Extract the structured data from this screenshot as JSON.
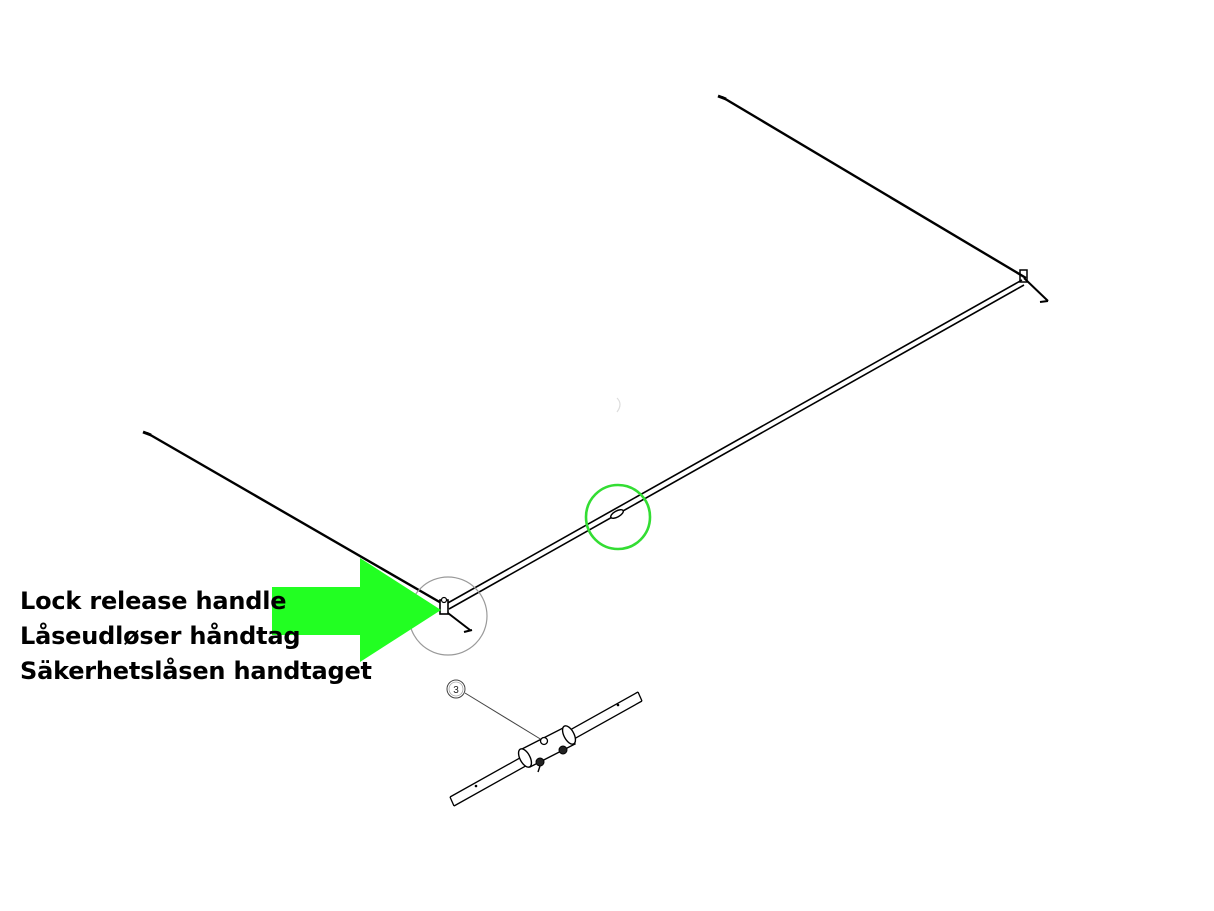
{
  "labels": {
    "english": "Lock release handle",
    "danish": "Låseudløser håndtag",
    "swedish": "Säkerhetslåsen handtaget"
  },
  "callout": {
    "number": "3"
  },
  "colors": {
    "arrow": "#22ff22",
    "highlight_circle": "#33dd33",
    "detail_circle": "#9a9a9a",
    "frame": "#000000"
  },
  "icons": {
    "pointer": "right-arrow-icon"
  }
}
